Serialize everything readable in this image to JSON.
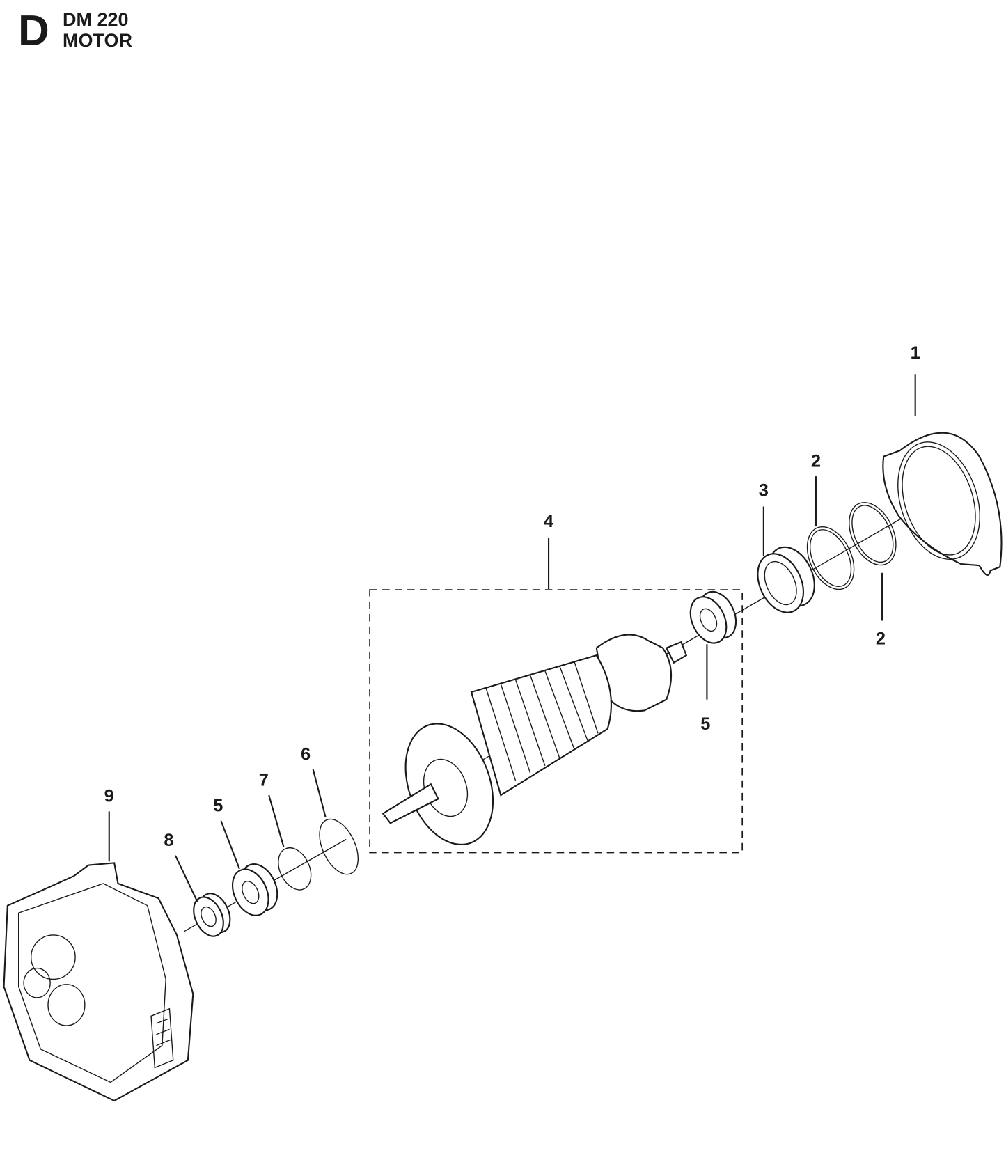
{
  "header": {
    "section_letter": "D",
    "model": "DM 220",
    "title": "MOTOR"
  },
  "callouts": [
    {
      "id": "c1",
      "label": "1"
    },
    {
      "id": "c2a",
      "label": "2"
    },
    {
      "id": "c3",
      "label": "3"
    },
    {
      "id": "c4",
      "label": "4"
    },
    {
      "id": "c2b",
      "label": "2"
    },
    {
      "id": "c5a",
      "label": "5"
    },
    {
      "id": "c6",
      "label": "6"
    },
    {
      "id": "c7",
      "label": "7"
    },
    {
      "id": "c9",
      "label": "9"
    },
    {
      "id": "c5b",
      "label": "5"
    },
    {
      "id": "c8",
      "label": "8"
    }
  ]
}
